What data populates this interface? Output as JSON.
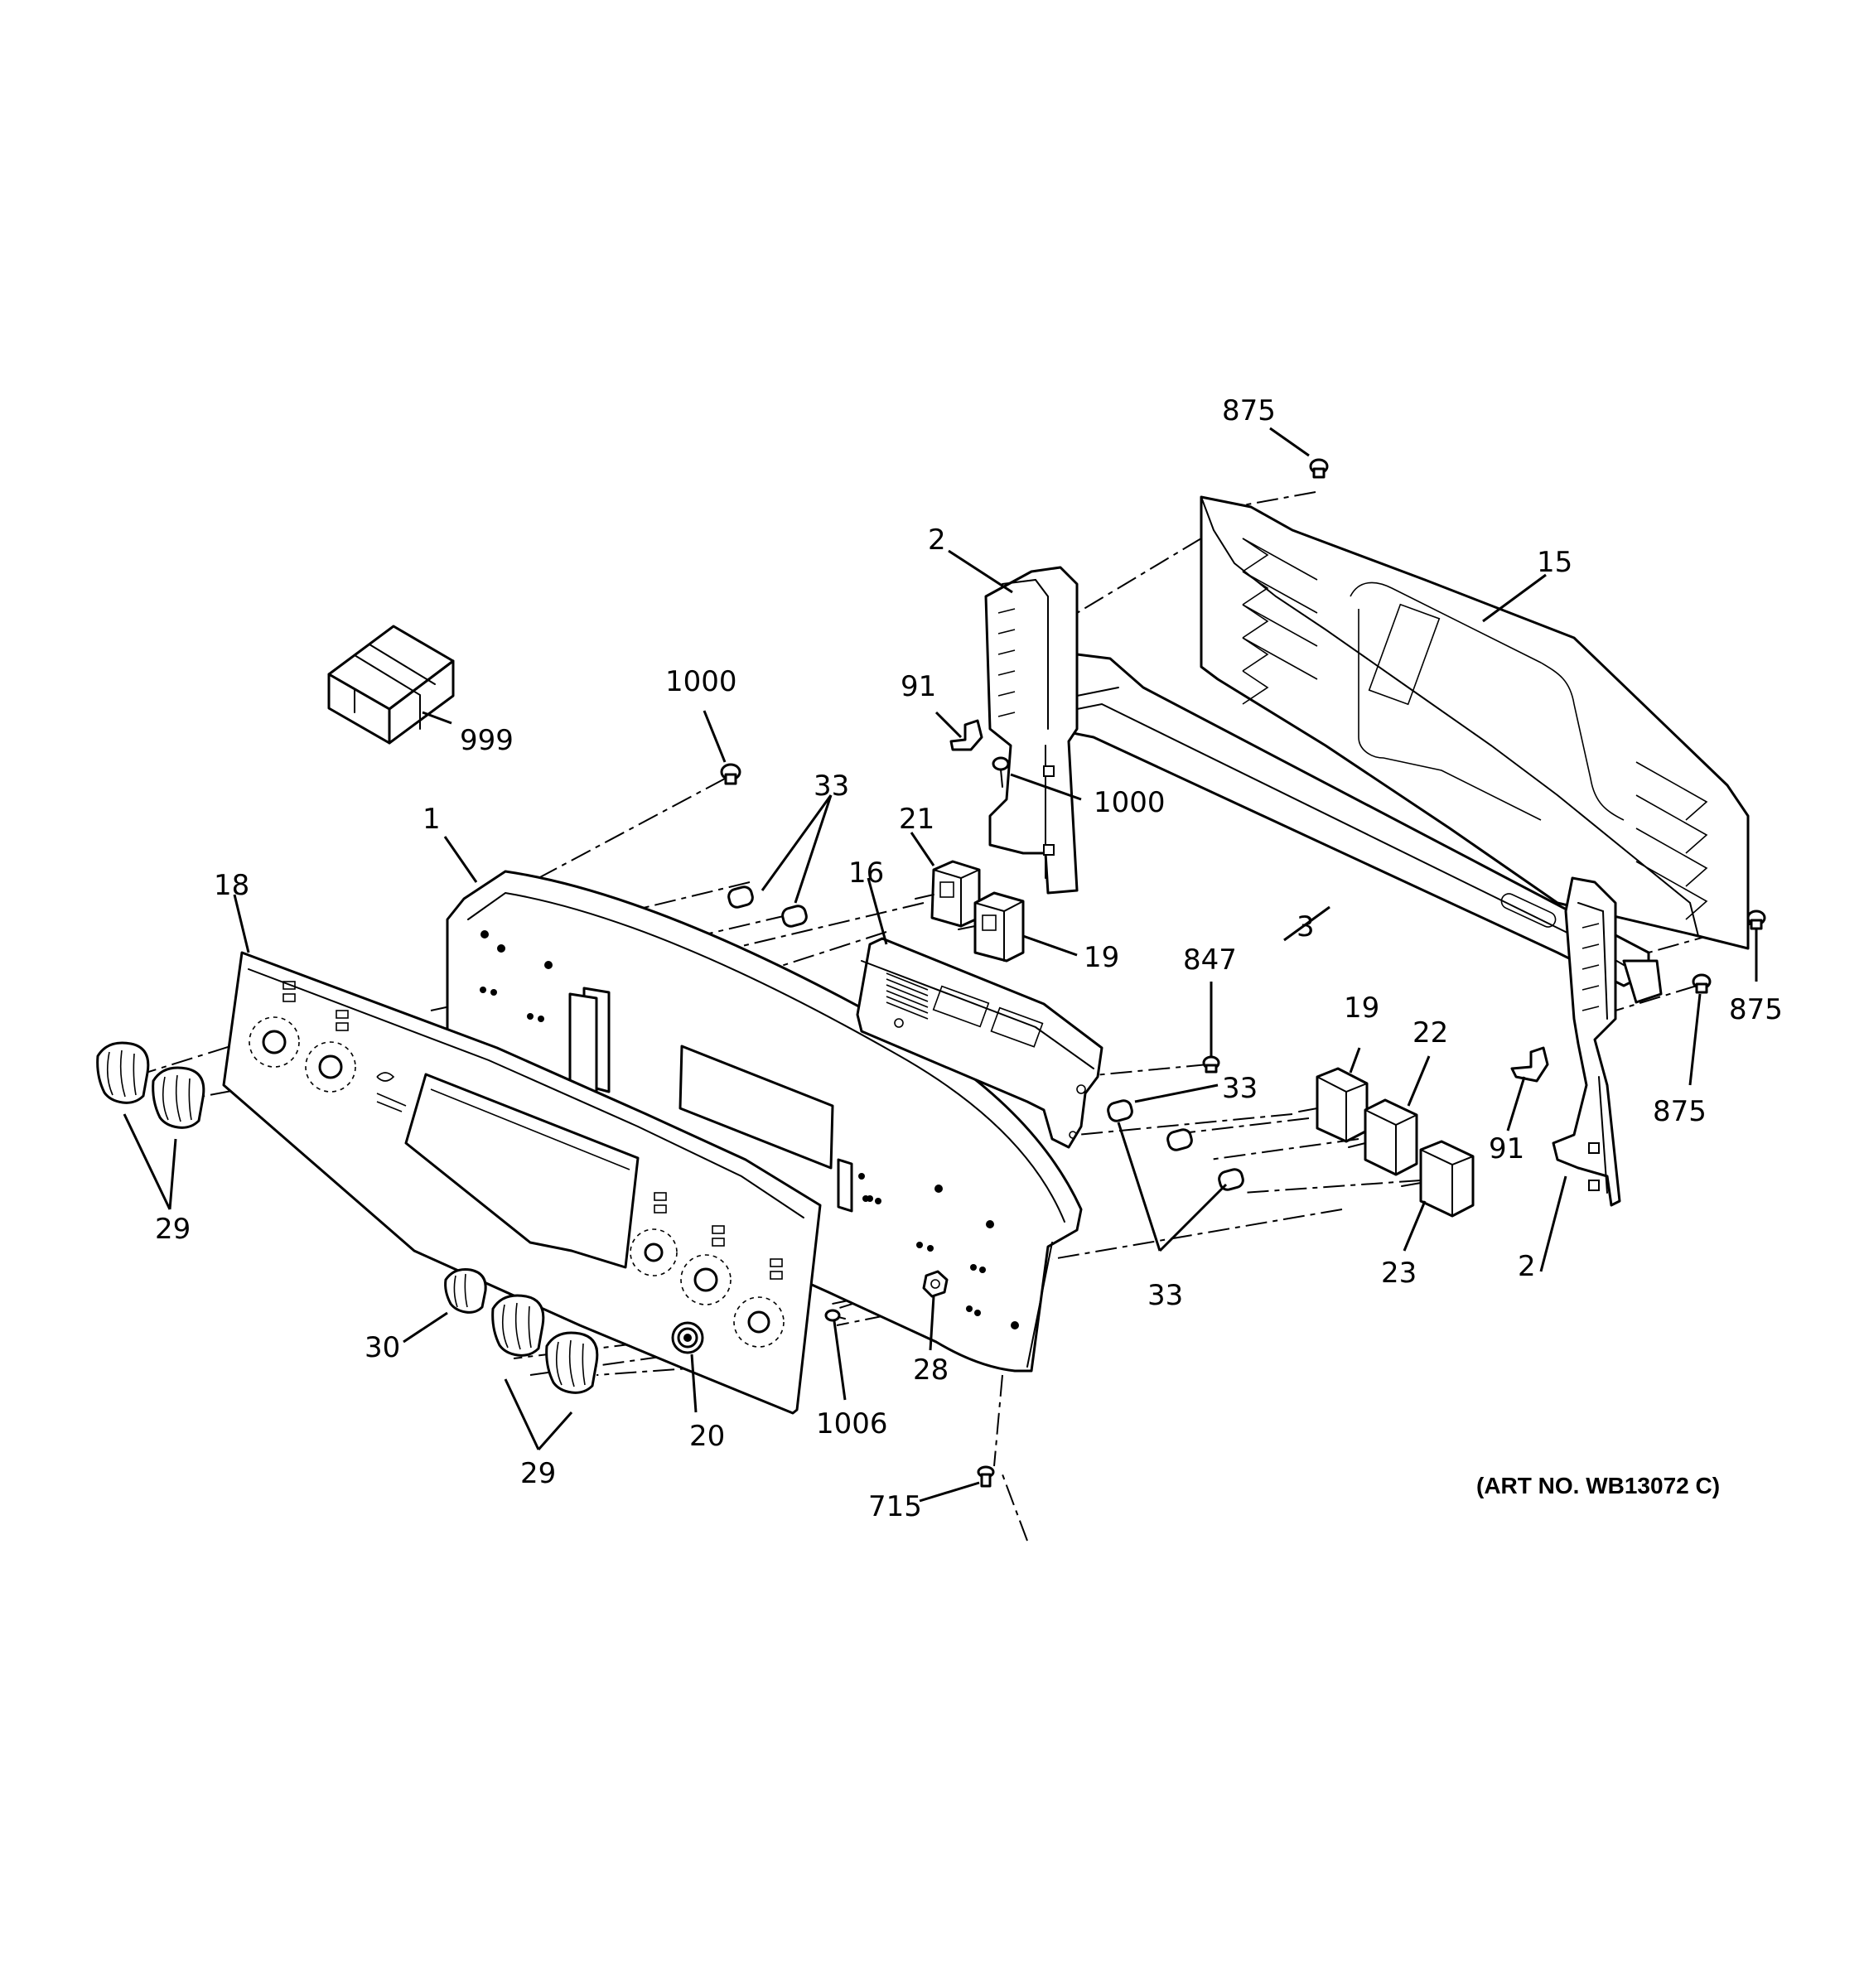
{
  "art_number": "(ART NO. WB13072 C)",
  "callouts": {
    "c875a": "875",
    "c2a": "2",
    "c15": "15",
    "c1000a": "1000",
    "c91a": "91",
    "c1000b": "1000",
    "c999": "999",
    "c33a": "33",
    "c21": "21",
    "c16": "16",
    "c1": "1",
    "c18": "18",
    "c19a": "19",
    "c3": "3",
    "c847": "847",
    "c875b": "875",
    "c875c": "875",
    "c19b": "19",
    "c22": "22",
    "c33b": "33",
    "c91b": "91",
    "c29a": "29",
    "c33c": "33",
    "c23": "23",
    "c2b": "2",
    "c30": "30",
    "c28": "28",
    "c1006": "1006",
    "c20": "20",
    "c29b": "29",
    "c715": "715"
  }
}
